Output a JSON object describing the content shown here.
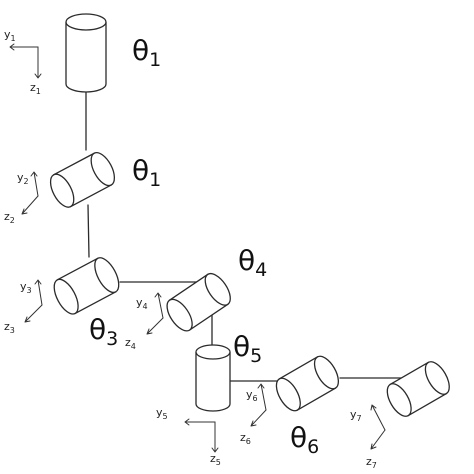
{
  "joints": [
    {
      "id": "j1",
      "symbol": "θ",
      "index": "1"
    },
    {
      "id": "j2",
      "symbol": "θ",
      "index": "1"
    },
    {
      "id": "j3",
      "symbol": "θ",
      "index": "3"
    },
    {
      "id": "j4",
      "symbol": "θ",
      "index": "4"
    },
    {
      "id": "j5",
      "symbol": "θ",
      "index": "5"
    },
    {
      "id": "j6",
      "symbol": "θ",
      "index": "6"
    }
  ],
  "frames": [
    {
      "id": "f1",
      "y": "y",
      "y_index": "1",
      "z": "z",
      "z_index": "1"
    },
    {
      "id": "f2",
      "y": "y",
      "y_index": "2",
      "z": "z",
      "z_index": "2"
    },
    {
      "id": "f3",
      "y": "y",
      "y_index": "3",
      "z": "z",
      "z_index": "3"
    },
    {
      "id": "f4",
      "y": "y",
      "y_index": "4",
      "z": "z",
      "z_index": "4"
    },
    {
      "id": "f5",
      "y": "y",
      "y_index": "5",
      "z": "z",
      "z_index": "5"
    },
    {
      "id": "f6",
      "y": "y",
      "y_index": "6",
      "z": "z",
      "z_index": "6"
    },
    {
      "id": "f7",
      "y": "y",
      "y_index": "7",
      "z": "z",
      "z_index": "7"
    }
  ]
}
